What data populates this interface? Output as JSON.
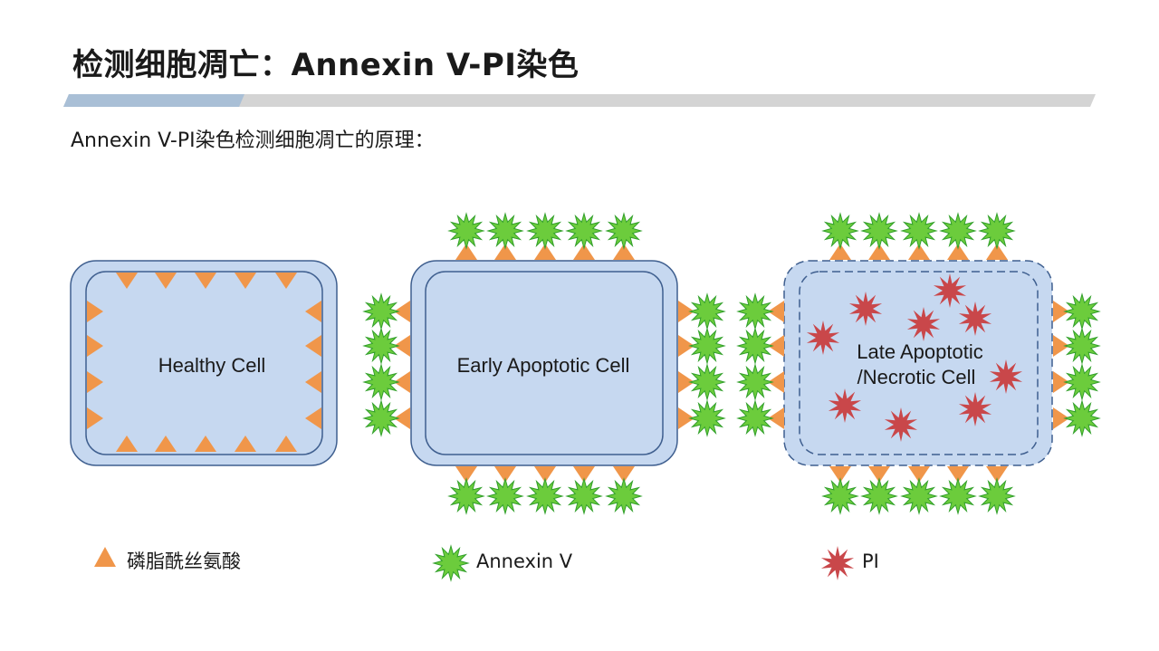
{
  "header": {
    "title": "检测细胞凋亡：Annexin V-PI染色",
    "subtitle": "Annexin V-PI染色检测细胞凋亡的原理："
  },
  "cells": {
    "healthy": {
      "label": "Healthy Cell"
    },
    "early": {
      "label": "Early Apoptotic Cell"
    },
    "late": {
      "label_line1": "Late Apoptotic",
      "label_line2": "/Necrotic Cell"
    }
  },
  "legend": {
    "ps": {
      "icon": "orange-triangle-icon",
      "label": "磷脂酰丝氨酸"
    },
    "annexin": {
      "icon": "green-star-icon",
      "label": "Annexin V"
    },
    "pi": {
      "icon": "red-star-icon",
      "label": "PI"
    }
  },
  "colors": {
    "cell_fill": "#c6d8f0",
    "cell_border": "#3f5f8f",
    "ps_orange": "#f0964a",
    "annexin_green": "#6ccc3c",
    "annexin_green_edge": "#33a02c",
    "pi_red": "#c9474a",
    "bar_gray": "#d4d4d4",
    "bar_blue": "#a9bfd6"
  }
}
